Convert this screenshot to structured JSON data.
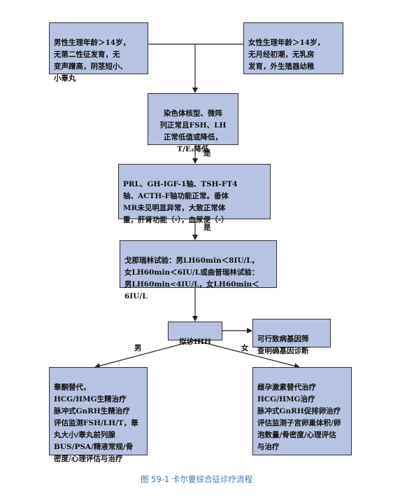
{
  "diagram": {
    "male_criteria": "男性生理年龄＞14岁，\n无第二性征发育，无\n变声蹭高，阴茎短小、\n小睾丸",
    "female_criteria": "女性生理年龄＞14岁，\n无月经初潮，无乳房\n发育，外生殖器幼稚",
    "karyotype": "染色体核型、微阵\n列正常且FSH、LH\n正常低值或降低，\nT/E₂降低",
    "yes_1": "是",
    "axis_check": "PRL、GH-IGF-1轴、TSH-FT4\n轴、ACTH-F轴功能正常。垂体\nMR未见明显异常，大致正常体\n重，肝肾功能（-），血尿便（-）",
    "yes_2": "是",
    "gonadorelin_test": "戈那瑞林试验：男LH60min＜8IU/L，\n女LH60min＜6IU/L或曲普瑞林试验：\n男LH60min<4IU/L，女LH60min＜6IU/L",
    "diagnosis": "拟诊IHH",
    "gene_screen": "可行致病基因筛\n查明确基因诊断",
    "male_label": "男",
    "female_label": "女",
    "male_treatment": "睾酮替代，\nHCG/HMG生精治疗\n脉冲式GnRH生精治疗\n评估监测FSH/LH/T，睾\n丸大小/睾丸前列腺\nBUS/PSA/精液常规/骨\n密度/心理评估与治疗",
    "female_treatment": "雌孕激素替代治疗\nHCG/HMG治疗\n脉冲式GnRH促排卵治疗\n评估监测子宫卵巢体积/卵\n泡数量/骨密度/心理评估\n与治疗"
  },
  "caption": "图 59-1  卡尔曼综合征诊疗流程"
}
